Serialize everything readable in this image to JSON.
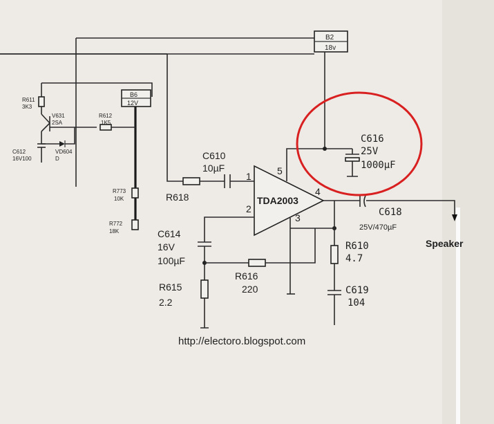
{
  "supplies": {
    "b2": {
      "name": "B2",
      "voltage": "18v"
    },
    "b6": {
      "name": "B6",
      "voltage": "12V"
    }
  },
  "components": {
    "r611": {
      "name": "R611",
      "value": "3K3"
    },
    "v631": {
      "name": "V631",
      "value": "2SA"
    },
    "c612": {
      "name": "C612",
      "value": "16V100"
    },
    "vd604": {
      "name": "VD604",
      "value": "D"
    },
    "r612": {
      "name": "R612",
      "value": "1K5"
    },
    "r773": {
      "name": "R773",
      "value": "10K"
    },
    "r772": {
      "name": "R772",
      "value": "18K"
    },
    "c610": {
      "name": "C610",
      "value": "10µF"
    },
    "r618": {
      "name": "R618"
    },
    "c614": {
      "name": "C614",
      "voltage": "16V",
      "value": "100µF"
    },
    "r615": {
      "name": "R615",
      "value": "2.2"
    },
    "r616": {
      "name": "R616",
      "value": "220"
    },
    "c616": {
      "name": "C616",
      "voltage": "25V",
      "value": "1000µF"
    },
    "c618": {
      "name": "C618",
      "value": "25V/470µF"
    },
    "r610": {
      "name": "R610",
      "value": "4.7"
    },
    "c619": {
      "name": "C619",
      "value": "104"
    }
  },
  "ic": {
    "name": "TDA2003",
    "pins": [
      "1",
      "2",
      "3",
      "4",
      "5"
    ]
  },
  "speaker_label": "Speaker",
  "watermark": "http://electoro.blogspot.com",
  "highlight_color": "#d92020"
}
